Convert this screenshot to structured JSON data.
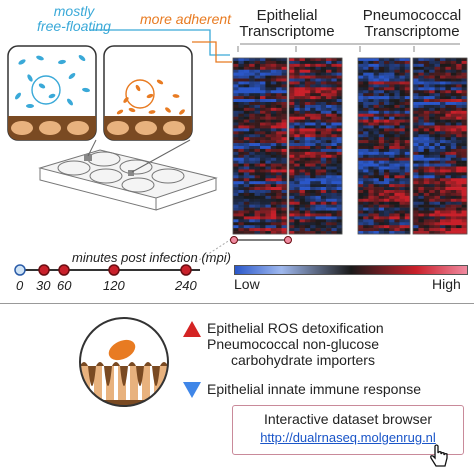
{
  "top_labels": {
    "left": [
      "mostly",
      "free-floating"
    ],
    "right": "more adherent",
    "epithelial_title": [
      "Epithelial",
      "Transcriptome"
    ],
    "pneumococcal_title": [
      "Pneumococcal",
      "Transcriptome"
    ]
  },
  "timeline": {
    "axis_label": "minutes post infection (mpi)",
    "ticks": [
      "0",
      "30",
      "60",
      "120",
      "240"
    ]
  },
  "scale": {
    "low": "Low",
    "high": "High",
    "colors": [
      "#2a57c9",
      "#9fb8ee",
      "#1a1a1a",
      "#c9202a",
      "#f08aa0"
    ]
  },
  "legend": {
    "up_color": "#d42424",
    "down_color": "#3f86e8",
    "up_lines": [
      "Epithelial ROS detoxification",
      "Pneumococcal non-glucose",
      "carbohydrate importers"
    ],
    "down_line": "Epithelial innate immune response"
  },
  "browser": {
    "title": "Interactive dataset browser",
    "link": "http://dualrnaseq.molgenrug.nl"
  },
  "colors": {
    "free_floating": "#3aa9d8",
    "adherent": "#e87b22",
    "cell": "#e8b27e",
    "tissue": "#7a4a22"
  }
}
